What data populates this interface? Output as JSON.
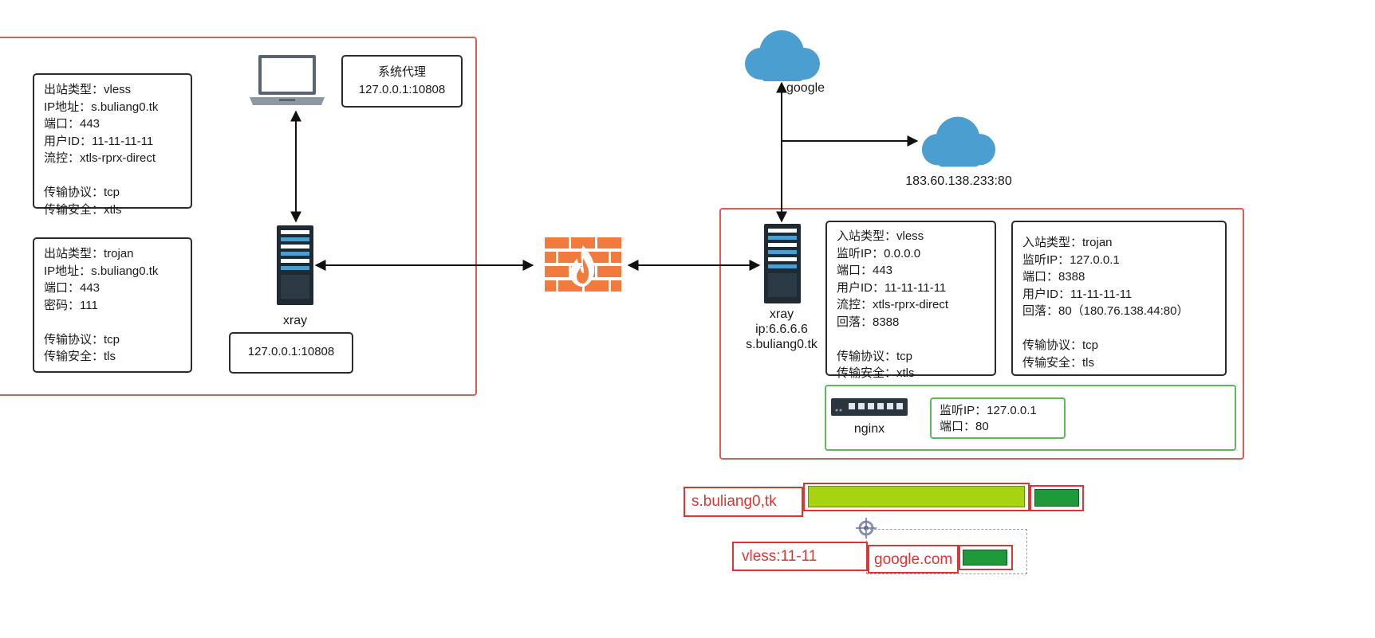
{
  "client": {
    "outbound_vless": [
      "出站类型：vless",
      "IP地址：s.buliang0.tk",
      "端口：443",
      "用户ID：11-11-11-11",
      "流控：xtls-rprx-direct",
      "",
      "传输协议：tcp",
      "传输安全：xtls"
    ],
    "outbound_trojan": [
      "出站类型：trojan",
      "IP地址：s.buliang0.tk",
      "端口：443",
      "密码：111",
      "",
      "传输协议：tcp",
      "传输安全：tls"
    ],
    "system_proxy": [
      "系统代理",
      "127.0.0.1:10808"
    ],
    "xray_label": "xray",
    "local_listen": "127.0.0.1:10808"
  },
  "internet": {
    "google_label": "google",
    "target_label": "183.60.138.233:80"
  },
  "server": {
    "xray_label": [
      "xray",
      "ip:6.6.6.6",
      "s.buliang0.tk"
    ],
    "inbound_vless": [
      "入站类型：vless",
      "监听IP：0.0.0.0",
      "端口：443",
      "用户ID：11-11-11-11",
      "流控：xtls-rprx-direct",
      "回落：8388",
      "",
      "传输协议：tcp",
      "传输安全：xtls"
    ],
    "inbound_trojan": [
      "入站类型：trojan",
      "监听IP：127.0.0.1",
      "端口：8388",
      "用户ID：11-11-11-11",
      "回落：80（180.76.138.44:80）",
      "",
      "传输协议：tcp",
      "传输安全：tls"
    ],
    "nginx_label": "nginx",
    "nginx_listen": [
      "监听IP：127.0.0.1",
      "端口：80"
    ]
  },
  "packets": {
    "row1_label": "s.buliang0,tk",
    "row2_label": "vless:11-11",
    "row2_inner": "google.com"
  },
  "colors": {
    "region_border": "#e05a5a",
    "nginx_border": "#5cb85c",
    "packet_red": "#d63838",
    "payload_lime": "#a6d313",
    "payload_green": "#1f9a3a",
    "cloud_blue": "#4b9fd0",
    "firewall_orange": "#f07b3f"
  },
  "icons": [
    "laptop-icon",
    "server-icon",
    "firewall-icon",
    "cloud-icon",
    "switch-icon",
    "crosshair-icon"
  ]
}
